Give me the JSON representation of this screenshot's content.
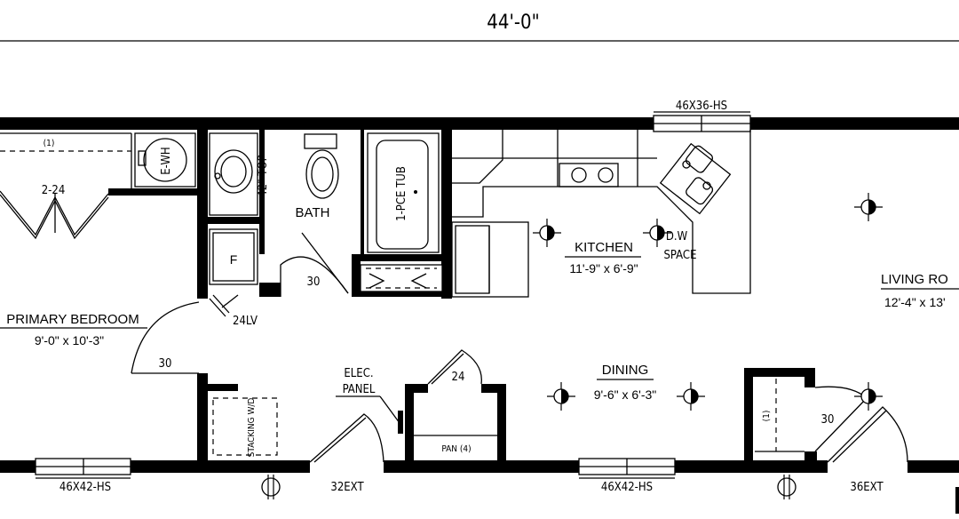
{
  "overall_dimension": "44'-0\"",
  "rooms": {
    "primary_bedroom": {
      "name": "PRIMARY BEDROOM",
      "size": "9'-0\" x 10'-3\""
    },
    "bath": {
      "name": "BATH"
    },
    "kitchen": {
      "name": "KITCHEN",
      "size": "11'-9\" x 6'-9\""
    },
    "dining": {
      "name": "DINING",
      "size": "9'-6\" x 6'-3\""
    },
    "living_room": {
      "name": "LIVING RO",
      "size": "12'-4\" x 13'"
    }
  },
  "windows": {
    "kitchen": "46X36-HS",
    "bedroom": "46X42-HS",
    "dining": "46X42-HS"
  },
  "doors": {
    "exterior_1": "32EXT",
    "exterior_2": "36EXT",
    "bedroom_door": "30",
    "bath_door": "30",
    "closet_door": "24",
    "living_door": "30",
    "bedroom_closet": "2-24"
  },
  "fixtures": {
    "water_heater": "E-WH",
    "vanity_top": "42\" TOP",
    "tub": "1-PCE TUB",
    "furnace": "F",
    "linen_vent": "24LV",
    "dishwasher": "D.W",
    "dishwasher_space": "SPACE",
    "washer_dryer": "STACKING W/D",
    "pan": "PAN (4)",
    "elec_panel_1": "ELEC.",
    "elec_panel_2": "PANEL",
    "shelf_count_1": "(1)",
    "shelf_count_2": "(1)"
  }
}
